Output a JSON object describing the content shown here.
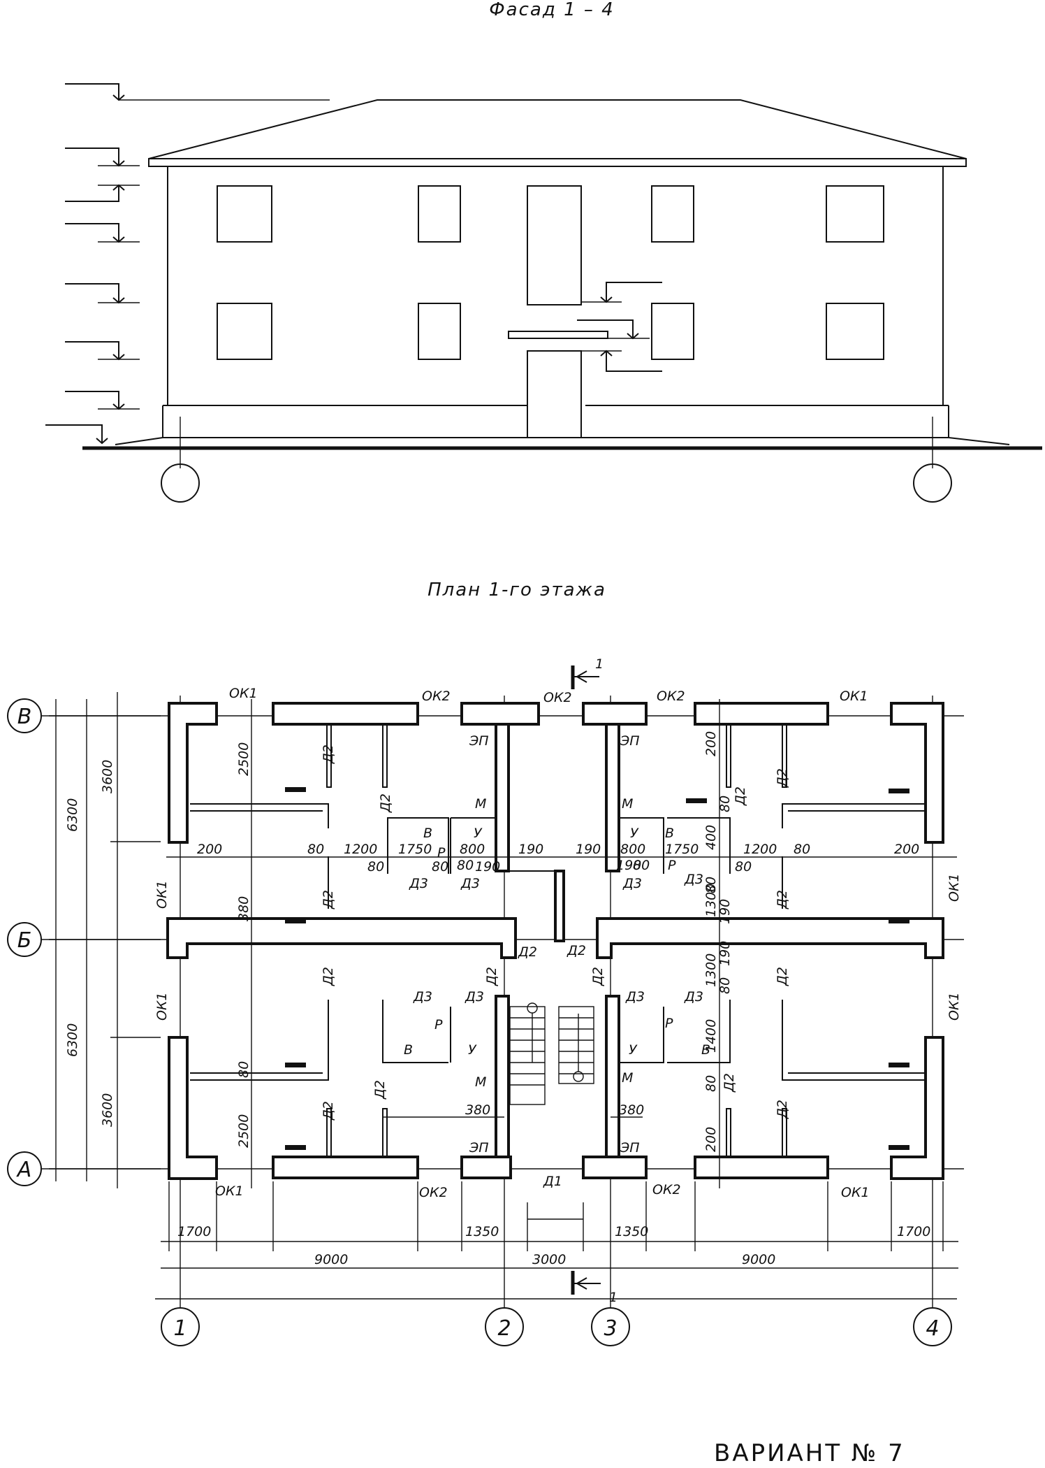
{
  "facade": {
    "title": "Фасад 1 – 4",
    "axis_left": "",
    "axis_right": ""
  },
  "plan": {
    "title": "План 1-го этажа",
    "section_mark": "1",
    "axes_rows": [
      "В",
      "Б",
      "А"
    ],
    "axes_cols": [
      "1",
      "2",
      "3",
      "4"
    ],
    "vertical_dims_outer": [
      "6300",
      "6300"
    ],
    "vertical_dims_inner": [
      "3600",
      "3600"
    ],
    "window_labels": [
      "ОК1",
      "ОК2",
      "ОК2",
      "ОК2",
      "ОК1",
      "ОК1",
      "ОК1",
      "ОК1",
      "ОК1",
      "ОК1",
      "ОК2",
      "ОК2",
      "ОК1"
    ],
    "door_labels": [
      "Д2",
      "Д3",
      "Д1"
    ],
    "room_labels": [
      "ЭП",
      "М",
      "В",
      "У",
      "Р"
    ],
    "bottom_dims_1": [
      "1700",
      "1350",
      "1350",
      "1700"
    ],
    "bottom_dims_2": [
      "9000",
      "3000",
      "9000"
    ],
    "inner_dims": [
      "2500",
      "200",
      "80",
      "1200",
      "1750",
      "800",
      "190",
      "380",
      "80",
      "400",
      "1300",
      "1400"
    ]
  },
  "footer": {
    "variant": "ВАРИАНТ № 7"
  }
}
